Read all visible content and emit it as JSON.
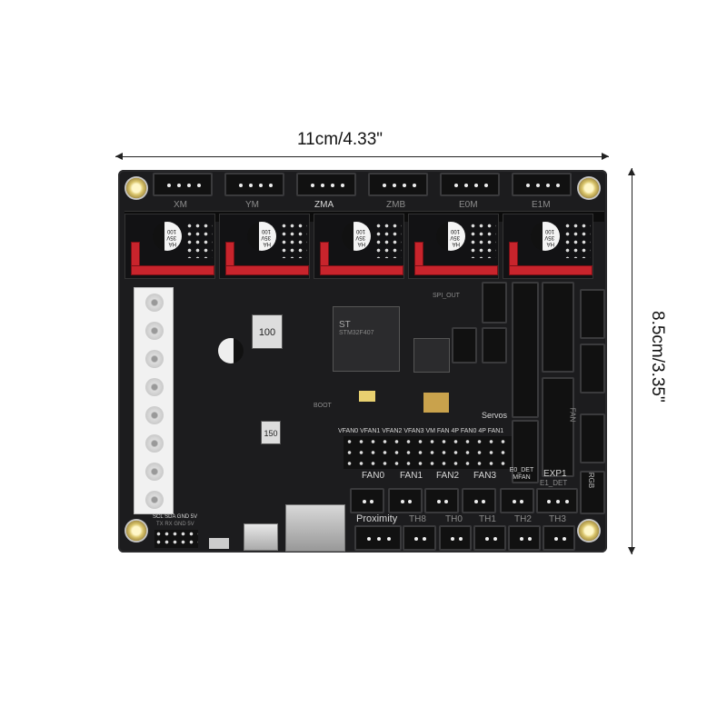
{
  "dimensions": {
    "width_label": "11cm/4.33\"",
    "height_label": "8.5cm/3.35\""
  },
  "board": {
    "motor_ports": [
      "XM",
      "YM",
      "ZMA",
      "ZMB",
      "E0M",
      "E1M"
    ],
    "capacitor_marking": [
      "HA",
      "35V",
      "100"
    ],
    "inductor_marking": "100",
    "inductor2_marking": "150",
    "servos_label": "Servos",
    "header_labels": "VFAN0 VFAN1 VFAN2 VFAN3 VM FAN 4P FAN0 4P FAN1",
    "fan_ports": [
      "FAN0",
      "FAN1",
      "FAN2",
      "FAN3",
      "E0_DET MFAN"
    ],
    "exp_label": "EXP1",
    "e1det_label": "E1_DET",
    "rgb_label": "RGB",
    "fan_side_label": "FAN",
    "bottom_ports": [
      "Proximity",
      "TH8",
      "TH0",
      "TH1",
      "TH2",
      "TH3"
    ],
    "i2c_label": "SCL SDA GND 5V",
    "uart_label": "TX RX GND 5V",
    "boot_label": "BOOT",
    "spi_label": "SPI_OUT",
    "chip_label": "STM32F407",
    "chip_logo": "ST"
  }
}
